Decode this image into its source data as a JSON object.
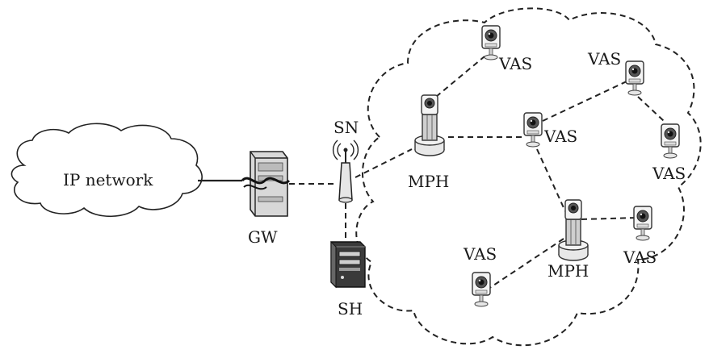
{
  "labels": {
    "ip_network": "IP network",
    "gw": "GW",
    "sn": "SN",
    "sh": "SH",
    "mph_top": "MPH",
    "mph_bottom": "MPH",
    "vas_1": "VAS",
    "vas_2": "VAS",
    "vas_3": "VAS",
    "vas_4": "VAS",
    "vas_5": "VAS",
    "vas_6": "VAS"
  },
  "icons": {
    "camera": "ip-camera-icon",
    "hub": "mesh-point-hub-icon",
    "gateway": "gateway-icon",
    "antenna": "antenna-icon",
    "server": "server-icon",
    "cloud": "cloud-icon"
  }
}
